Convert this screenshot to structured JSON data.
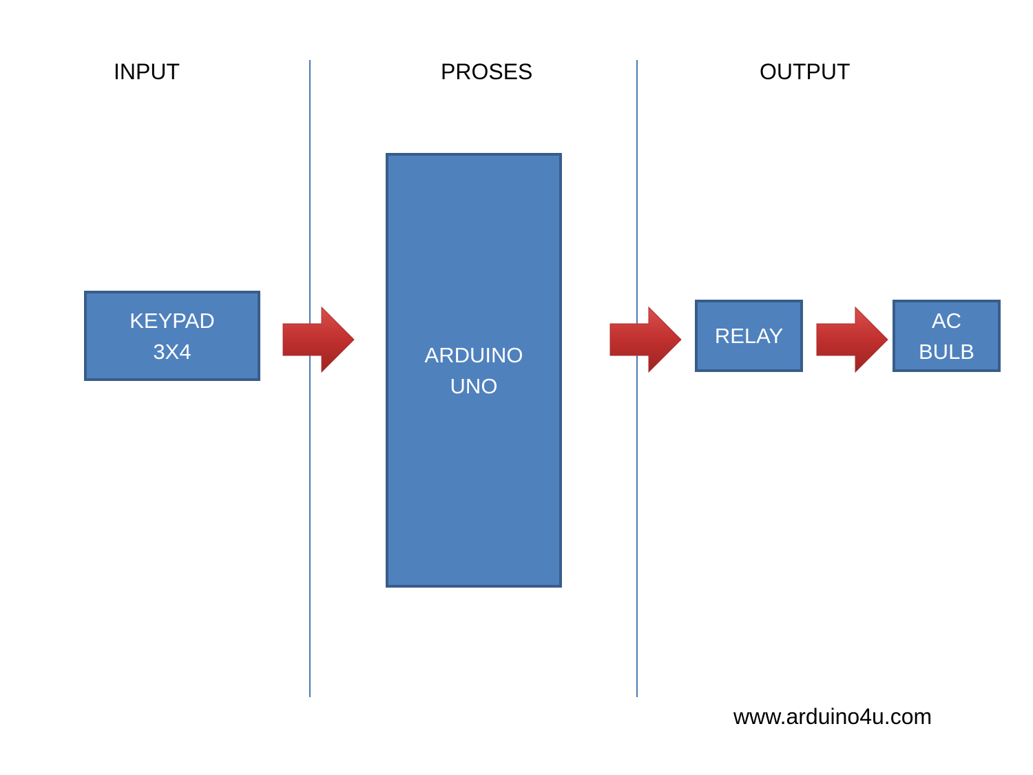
{
  "sections": {
    "input": "INPUT",
    "proses": "PROSES",
    "output": "OUTPUT"
  },
  "blocks": {
    "keypad": "KEYPAD\n3X4",
    "arduino": "ARDUINO\nUNO",
    "relay": "RELAY",
    "bulb": "AC\nBULB"
  },
  "website": "www.arduino4u.com",
  "colors": {
    "block_fill": "#4f81bd",
    "block_border": "#385d8a",
    "divider": "#4a7ab5",
    "arrow": "#c0302e"
  }
}
